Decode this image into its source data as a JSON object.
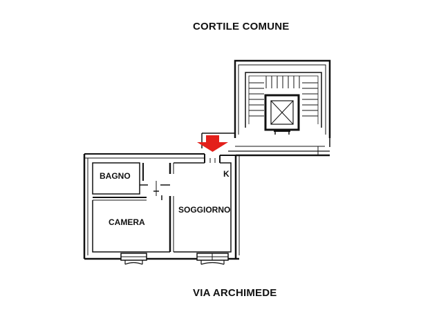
{
  "labels": {
    "top": "CORTILE COMUNE",
    "bottom": "VIA ARCHIMEDE",
    "bagno": "BAGNO",
    "camera": "CAMERA",
    "soggiorno": "SOGGIORNO",
    "kitchen": "K"
  },
  "colors": {
    "wall": "#111111",
    "arrow": "#e3201b",
    "background": "#ffffff"
  },
  "icons": {
    "entrance": "arrow-down-icon"
  }
}
